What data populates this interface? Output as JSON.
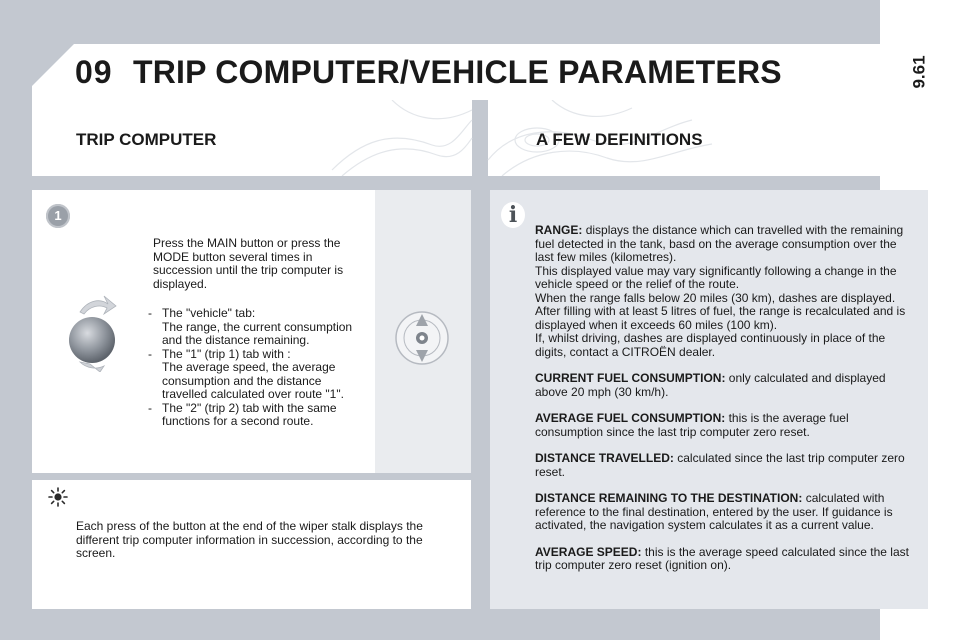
{
  "page_number": "9.61",
  "header": {
    "chapter": "09",
    "title": "TRIP COMPUTER/VEHICLE PARAMETERS"
  },
  "left": {
    "heading": "TRIP COMPUTER",
    "step_badge": "1",
    "intro": "Press the MAIN button or press the MODE button several times in succession until the trip computer is displayed.",
    "bullets": [
      {
        "dash": "-",
        "title": "The \"vehicle\" tab:",
        "text": "The range, the current consumption and the distance remaining."
      },
      {
        "dash": "-",
        "title": "The \"1\" (trip 1) tab with :",
        "text": "The average speed, the average consumption and the distance travelled calculated over route \"1\"."
      },
      {
        "dash": "-",
        "title": "The \"2\" (trip 2) tab with the same",
        "text": "functions for a second route."
      }
    ],
    "wiper_text": "Each press of the button at the end of the wiper stalk displays the different trip computer information in succession, according to the screen."
  },
  "right": {
    "heading": "A FEW DEFINITIONS",
    "info_badge": "i",
    "definitions": [
      {
        "term": "RANGE:",
        "text": "displays the distance which can travelled with the remaining fuel detected in the tank, basd on the average consumption over the last few miles (kilometres).\nThis displayed value may vary significantly following a change in the vehicle speed or the relief of the route.\nWhen the range falls below 20 miles (30 km), dashes are displayed. After filling with at least 5 litres of fuel, the range is recalculated and is displayed when it exceeds 60 miles (100 km).\nIf, whilst driving, dashes are displayed continuously in place of the digits, contact a CITROËN dealer."
      },
      {
        "term": "CURRENT FUEL CONSUMPTION:",
        "text": "only calculated and displayed above 20 mph (30 km/h)."
      },
      {
        "term": "AVERAGE FUEL CONSUMPTION:",
        "text": "this is the average fuel consumption since the last trip computer zero reset."
      },
      {
        "term": "DISTANCE TRAVELLED:",
        "text": "calculated since the last trip computer zero reset."
      },
      {
        "term": "DISTANCE REMAINING TO THE DESTINATION:",
        "text": "calculated with reference to the final destination, entered by the user. If guidance is activated, the navigation system calculates it as a current value."
      },
      {
        "term": "AVERAGE SPEED:",
        "text": "this is the average speed calculated since the last trip computer zero reset (ignition on)."
      }
    ]
  },
  "icons": {
    "step": "number-badge-icon",
    "info": "info-icon",
    "lighting": "light-bulb-icon",
    "knob": "rotary-knob-icon",
    "stalk": "wiper-stalk-button-icon"
  }
}
